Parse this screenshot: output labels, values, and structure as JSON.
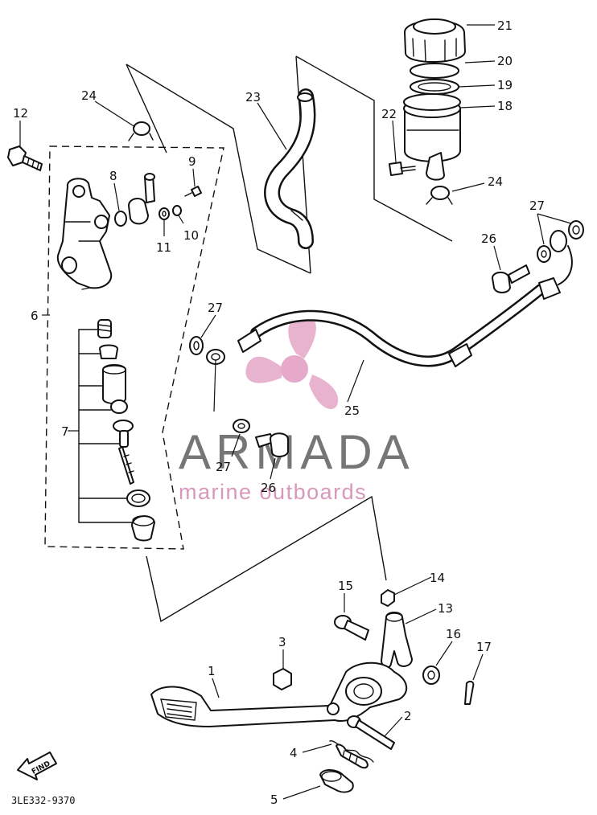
{
  "diagram": {
    "drawing_code": "3LE332-9370",
    "find_label": "FIND",
    "callouts": [
      "1",
      "2",
      "3",
      "4",
      "5",
      "6",
      "7",
      "8",
      "9",
      "10",
      "11",
      "12",
      "13",
      "14",
      "15",
      "16",
      "17",
      "18",
      "19",
      "20",
      "21",
      "22",
      "23",
      "24",
      "24",
      "25",
      "26",
      "26",
      "27",
      "27",
      "27"
    ]
  },
  "watermark": {
    "brand": "ARMADA",
    "tagline": "marine outboards",
    "logo_color": "#e4a6c6",
    "text_color": "#6b6b6b",
    "tagline_color": "#d590b6"
  }
}
